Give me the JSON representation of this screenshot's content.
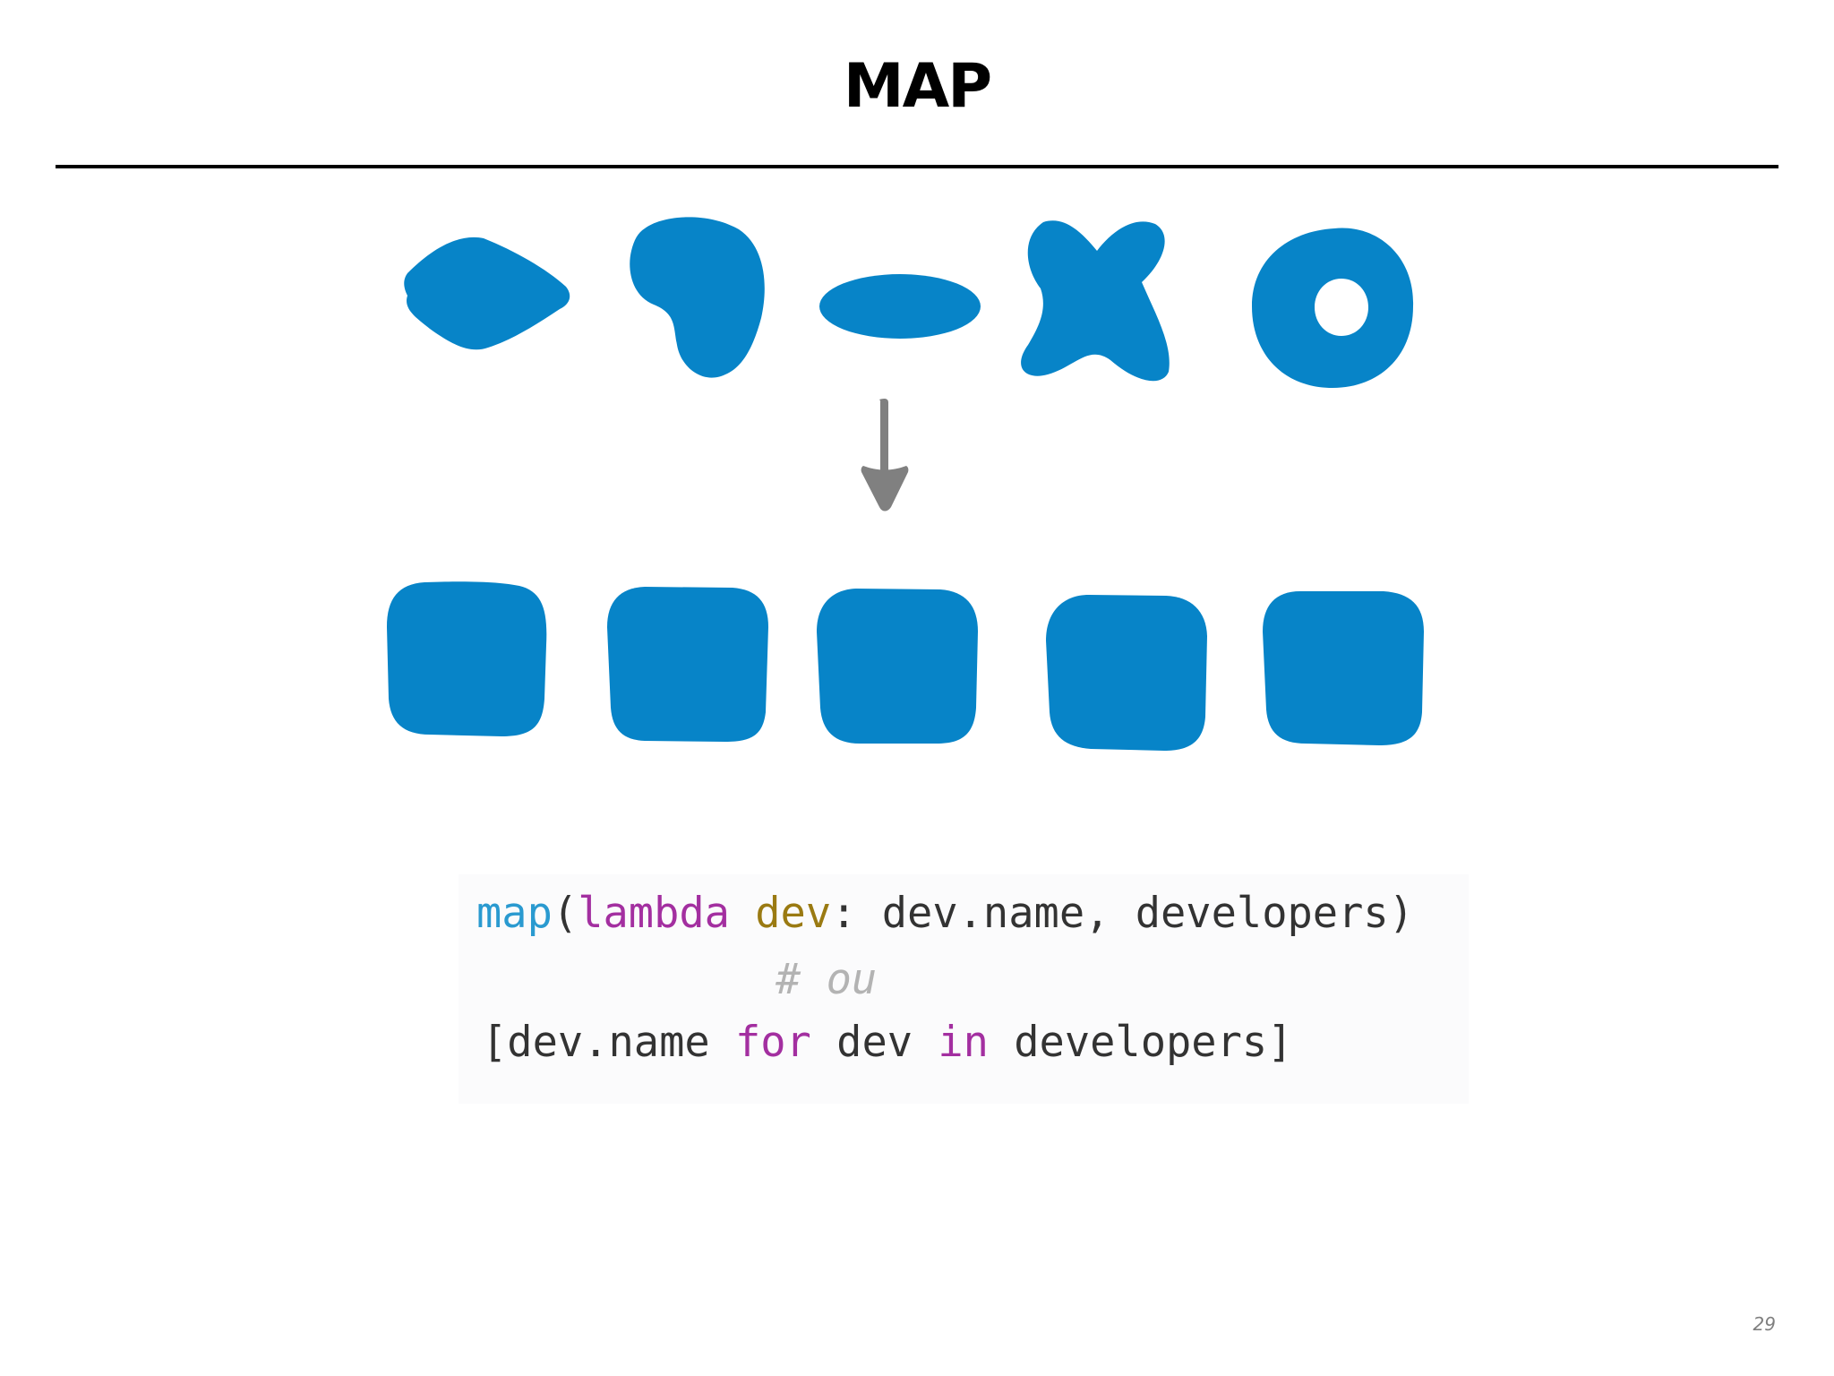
{
  "slide": {
    "title": "MAP",
    "page_number": "29"
  },
  "colors": {
    "shape_fill": "#0784c8",
    "arrow": "#808080",
    "rule": "#000000",
    "code_default": "#333333",
    "code_function": "#2a9ad0",
    "code_keyword": "#a32fa0",
    "code_param": "#9a7a12",
    "code_comment": "#b3b3b3"
  },
  "diagram": {
    "input_shapes": [
      "diamond",
      "blob",
      "ellipse",
      "cross",
      "ring"
    ],
    "arrow_direction": "down",
    "output_shapes": [
      "square",
      "square",
      "square",
      "square",
      "square"
    ]
  },
  "code": {
    "line1": [
      {
        "text": "map",
        "role": "function"
      },
      {
        "text": "(",
        "role": "default"
      },
      {
        "text": "lambda",
        "role": "keyword"
      },
      {
        "text": " ",
        "role": "default"
      },
      {
        "text": "dev",
        "role": "param"
      },
      {
        "text": ": dev.name, developers)",
        "role": "default"
      }
    ],
    "line2": [
      {
        "text": "# ou",
        "role": "comment"
      }
    ],
    "line3": [
      {
        "text": "[dev.name ",
        "role": "default"
      },
      {
        "text": "for",
        "role": "keyword"
      },
      {
        "text": " dev ",
        "role": "default"
      },
      {
        "text": "in",
        "role": "keyword"
      },
      {
        "text": " developers]",
        "role": "default"
      }
    ]
  }
}
